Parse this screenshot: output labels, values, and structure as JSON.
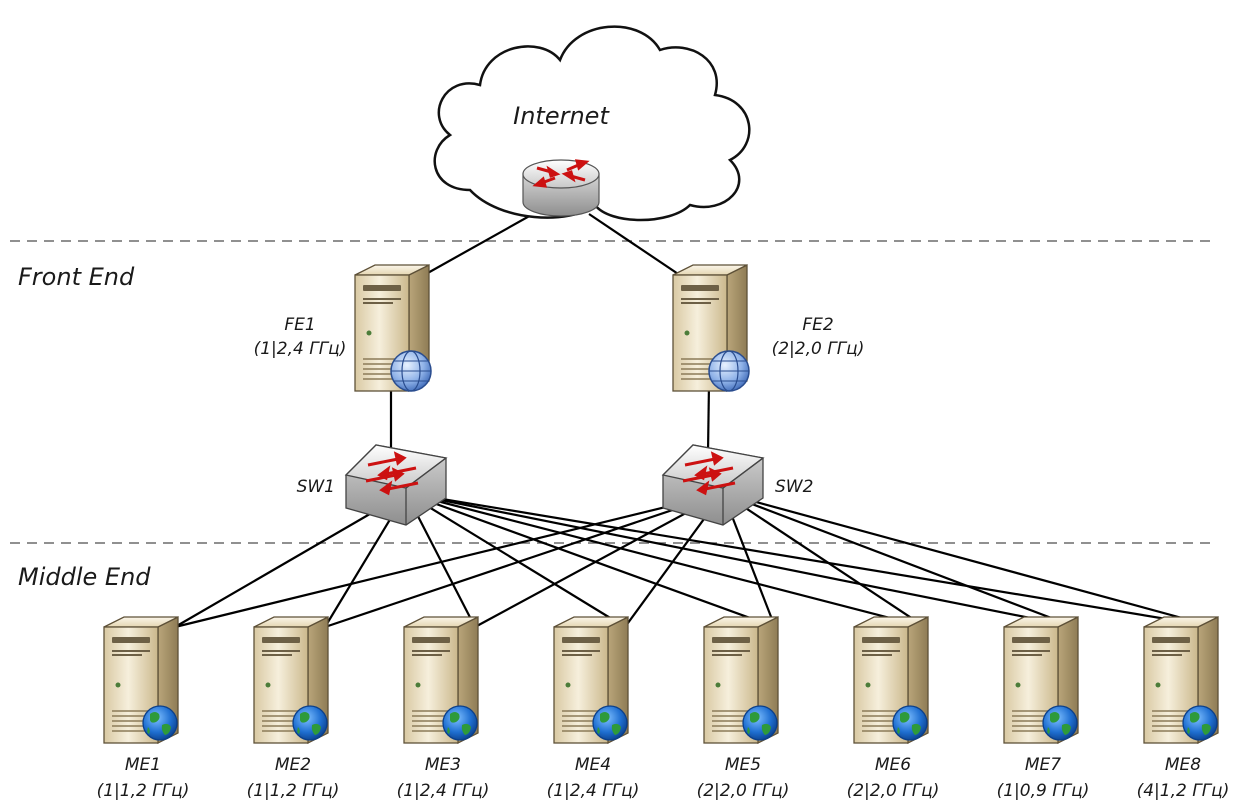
{
  "cloud": {
    "label": "Internet"
  },
  "zones": [
    {
      "id": "front",
      "label": "Front End"
    },
    {
      "id": "middle",
      "label": "Middle End"
    }
  ],
  "front_end": [
    {
      "id": "FE1",
      "name": "FE1",
      "spec": "(1|2,4 ГГц)"
    },
    {
      "id": "FE2",
      "name": "FE2",
      "spec": "(2|2,0 ГГц)"
    }
  ],
  "switches": [
    {
      "id": "SW1",
      "name": "SW1"
    },
    {
      "id": "SW2",
      "name": "SW2"
    }
  ],
  "middle_end": [
    {
      "id": "ME1",
      "name": "ME1",
      "spec": "(1|1,2 ГГц)"
    },
    {
      "id": "ME2",
      "name": "ME2",
      "spec": "(1|1,2 ГГц)"
    },
    {
      "id": "ME3",
      "name": "ME3",
      "spec": "(1|2,4 ГГц)"
    },
    {
      "id": "ME4",
      "name": "ME4",
      "spec": "(1|2,4 ГГц)"
    },
    {
      "id": "ME5",
      "name": "ME5",
      "spec": "(2|2,0 ГГц)"
    },
    {
      "id": "ME6",
      "name": "ME6",
      "spec": "(2|2,0 ГГц)"
    },
    {
      "id": "ME7",
      "name": "ME7",
      "spec": "(1|0,9 ГГц)"
    },
    {
      "id": "ME8",
      "name": "ME8",
      "spec": "(4|1,2 ГГц)"
    }
  ],
  "icons": {
    "cloud": "cloud-icon",
    "router": "router-icon",
    "switch": "switch-icon",
    "front_server": "web-server-icon",
    "middle_server": "server-globe-icon"
  }
}
